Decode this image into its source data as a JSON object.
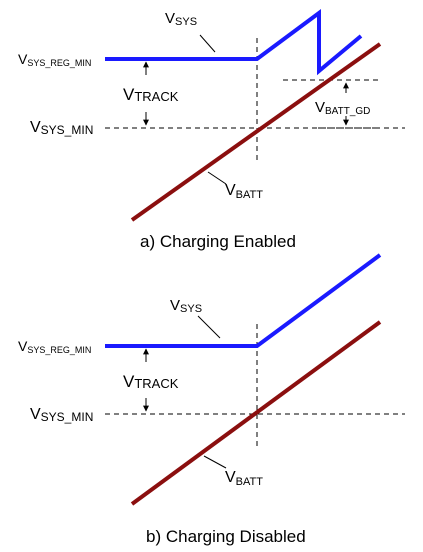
{
  "panels": [
    {
      "caption": "a) Charging Enabled",
      "vsys": {
        "main": "V",
        "sub": "SYS"
      },
      "vsys_reg_min": {
        "main": "V",
        "sub": "SYS_REG_MIN"
      },
      "vtrack": {
        "main": "V",
        "sub": "TRACK"
      },
      "vsys_min": {
        "main": "V",
        "sub": "SYS_MIN"
      },
      "vbatt": {
        "main": "V",
        "sub": "BATT"
      },
      "vbatt_gd": {
        "main": "V",
        "sub": "BATT_GD"
      }
    },
    {
      "caption": "b) Charging Disabled",
      "vsys": {
        "main": "V",
        "sub": "SYS"
      },
      "vsys_reg_min": {
        "main": "V",
        "sub": "SYS_REG_MIN"
      },
      "vtrack": {
        "main": "V",
        "sub": "TRACK"
      },
      "vsys_min": {
        "main": "V",
        "sub": "SYS_MIN"
      },
      "vbatt": {
        "main": "V",
        "sub": "BATT"
      }
    }
  ],
  "colors": {
    "vsys_line": "#1a1aff",
    "vbatt_line": "#8b0f0f",
    "reference": "#000000"
  }
}
